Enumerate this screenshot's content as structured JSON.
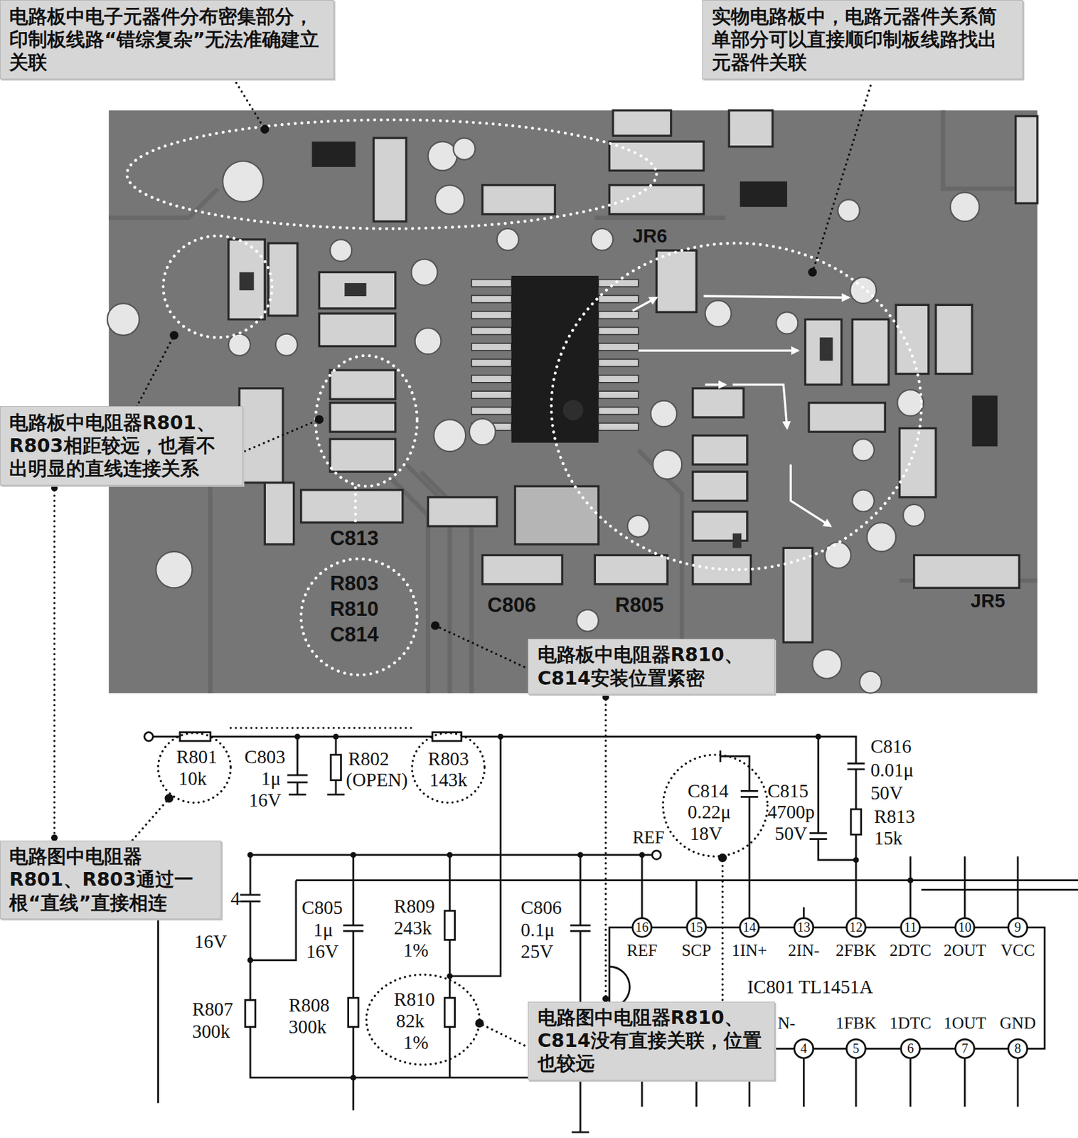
{
  "diagram": {
    "nodes": [
      {
        "text": [
          "电路板中电子元器件分布密集部分，印制板线路“错综复杂”无法准确建立关联"
        ]
      },
      {
        "text": [
          "实物电路板中，电路元器件关系简单部分可以直接顺印制板线路找出元器件关联"
        ]
      },
      {
        "text": [
          "电路板中电阻器R801、R803相距较远，也看不出明显的直线连接关系"
        ]
      },
      {
        "text": [
          "电路板中电阻器R810、C814安装位置紧密"
        ]
      },
      {
        "text": [
          "电路图中电阻器R801、R803通过一根“直线”直接相连"
        ]
      },
      {
        "text": [
          "电路图中电阻器R810、C814没有直接关联，位置也较远"
        ]
      }
    ],
    "edges": [
      {
        "from": 2,
        "to": 4,
        "arrow": "none"
      },
      {
        "from": 3,
        "to": 5,
        "arrow": "none"
      }
    ],
    "labels": [
      "R801",
      "10k",
      "C803",
      "1μ",
      "16V",
      "R802",
      "(OPEN)",
      "R803",
      "143k",
      "C816",
      "0.01μ",
      "50V",
      "C814",
      "0.22μ",
      "18V",
      "C815",
      "4700p",
      "50V",
      "R813",
      "15k",
      "REF",
      "4",
      "16V",
      "C805",
      "1μ",
      "16V",
      "R809",
      "243k",
      "1%",
      "C806",
      "0.1μ",
      "25V",
      "R807",
      "300k",
      "R808",
      "300k",
      "R810",
      "82k",
      "1%",
      "16",
      "15",
      "14",
      "13",
      "12",
      "11",
      "10",
      "9",
      "REF",
      "SCP",
      "1IN+",
      "2IN-",
      "2FBK",
      "2DTC",
      "2OUT",
      "VCC",
      "IC801 TL1451A",
      "N-",
      "1FBK",
      "1DTC",
      "1OUT",
      "GND",
      "4",
      "5",
      "6",
      "7",
      "8",
      "C813",
      "R803",
      "R810",
      "C814",
      "C806",
      "R805",
      "JR6",
      "JR5"
    ]
  }
}
